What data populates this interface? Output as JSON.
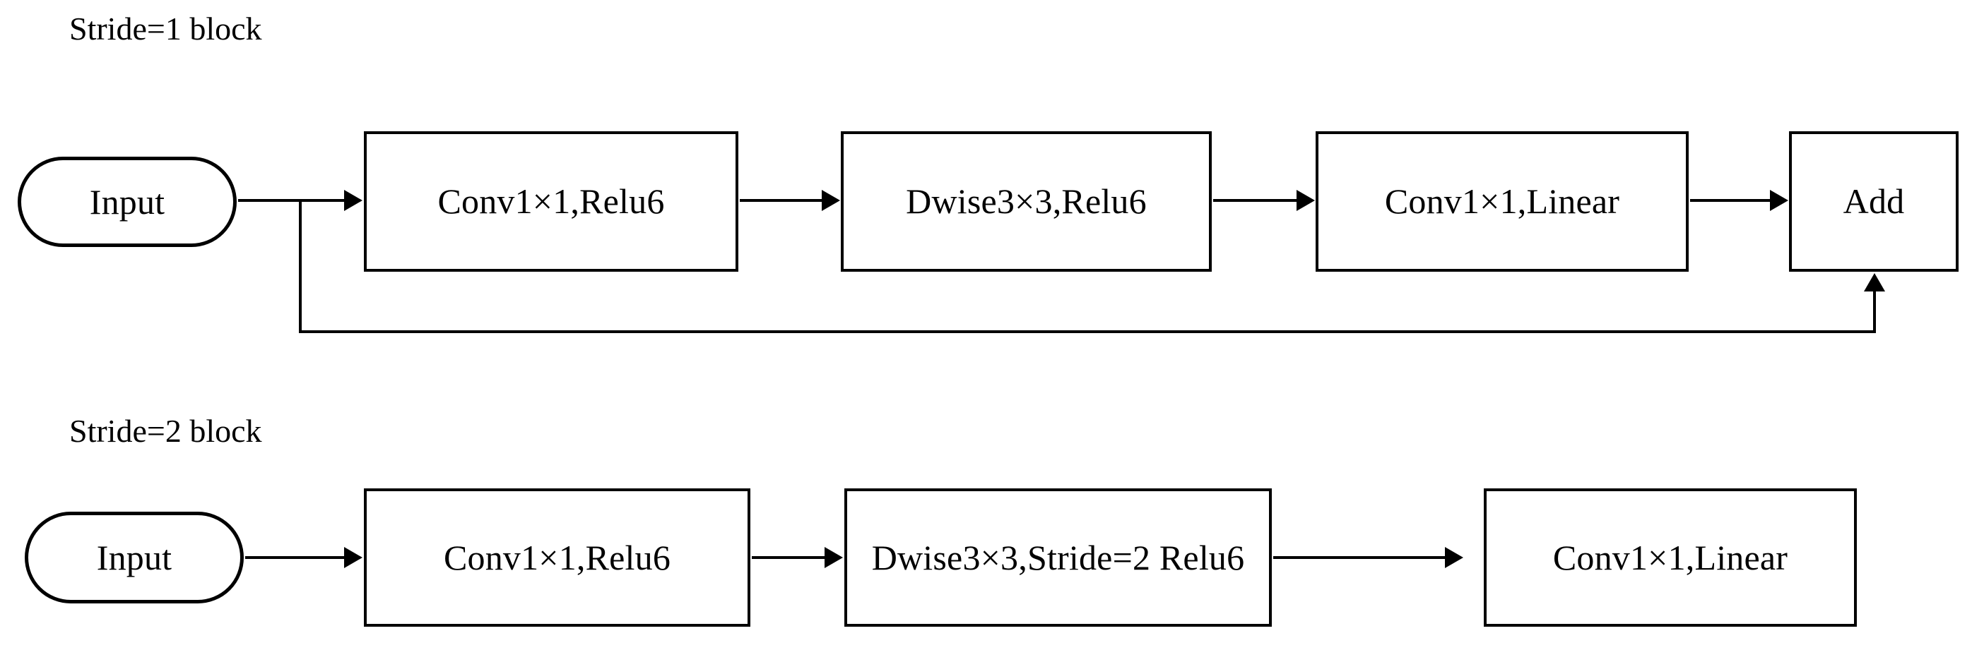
{
  "diagram": {
    "title_stride1": "Stride=1 block",
    "title_stride2": "Stride=2 block",
    "rows": [
      {
        "id": "stride1",
        "label": "Stride=1 block",
        "nodes": [
          {
            "id": "input",
            "label": "Input",
            "shape": "stadium"
          },
          {
            "id": "conv1",
            "label": "Conv1×1,Relu6",
            "shape": "rect"
          },
          {
            "id": "dwise",
            "label": "Dwise3×3,Relu6",
            "shape": "rect"
          },
          {
            "id": "convlin",
            "label": "Conv1×1,Linear",
            "shape": "rect"
          },
          {
            "id": "add",
            "label": "Add",
            "shape": "rect"
          }
        ],
        "edges": [
          {
            "from": "input",
            "to": "conv1",
            "type": "arrow-right"
          },
          {
            "from": "conv1",
            "to": "dwise",
            "type": "arrow-right"
          },
          {
            "from": "dwise",
            "to": "convlin",
            "type": "arrow-right"
          },
          {
            "from": "convlin",
            "to": "add",
            "type": "arrow-right"
          },
          {
            "from": "input",
            "to": "add",
            "type": "skip-connection-arrow-up"
          }
        ]
      },
      {
        "id": "stride2",
        "label": "Stride=2 block",
        "nodes": [
          {
            "id": "input",
            "label": "Input",
            "shape": "stadium"
          },
          {
            "id": "conv1",
            "label": "Conv1×1,Relu6",
            "shape": "rect"
          },
          {
            "id": "dwise",
            "label": "Dwise3×3,Stride=2 Relu6",
            "shape": "rect"
          },
          {
            "id": "convlin",
            "label": "Conv1×1,Linear",
            "shape": "rect"
          }
        ],
        "edges": [
          {
            "from": "input",
            "to": "conv1",
            "type": "arrow-right"
          },
          {
            "from": "conv1",
            "to": "dwise",
            "type": "arrow-right"
          },
          {
            "from": "dwise",
            "to": "convlin",
            "type": "arrow-right"
          }
        ]
      }
    ],
    "colors": {
      "background": "#ffffff",
      "stroke": "#000000",
      "text": "#000000"
    }
  }
}
